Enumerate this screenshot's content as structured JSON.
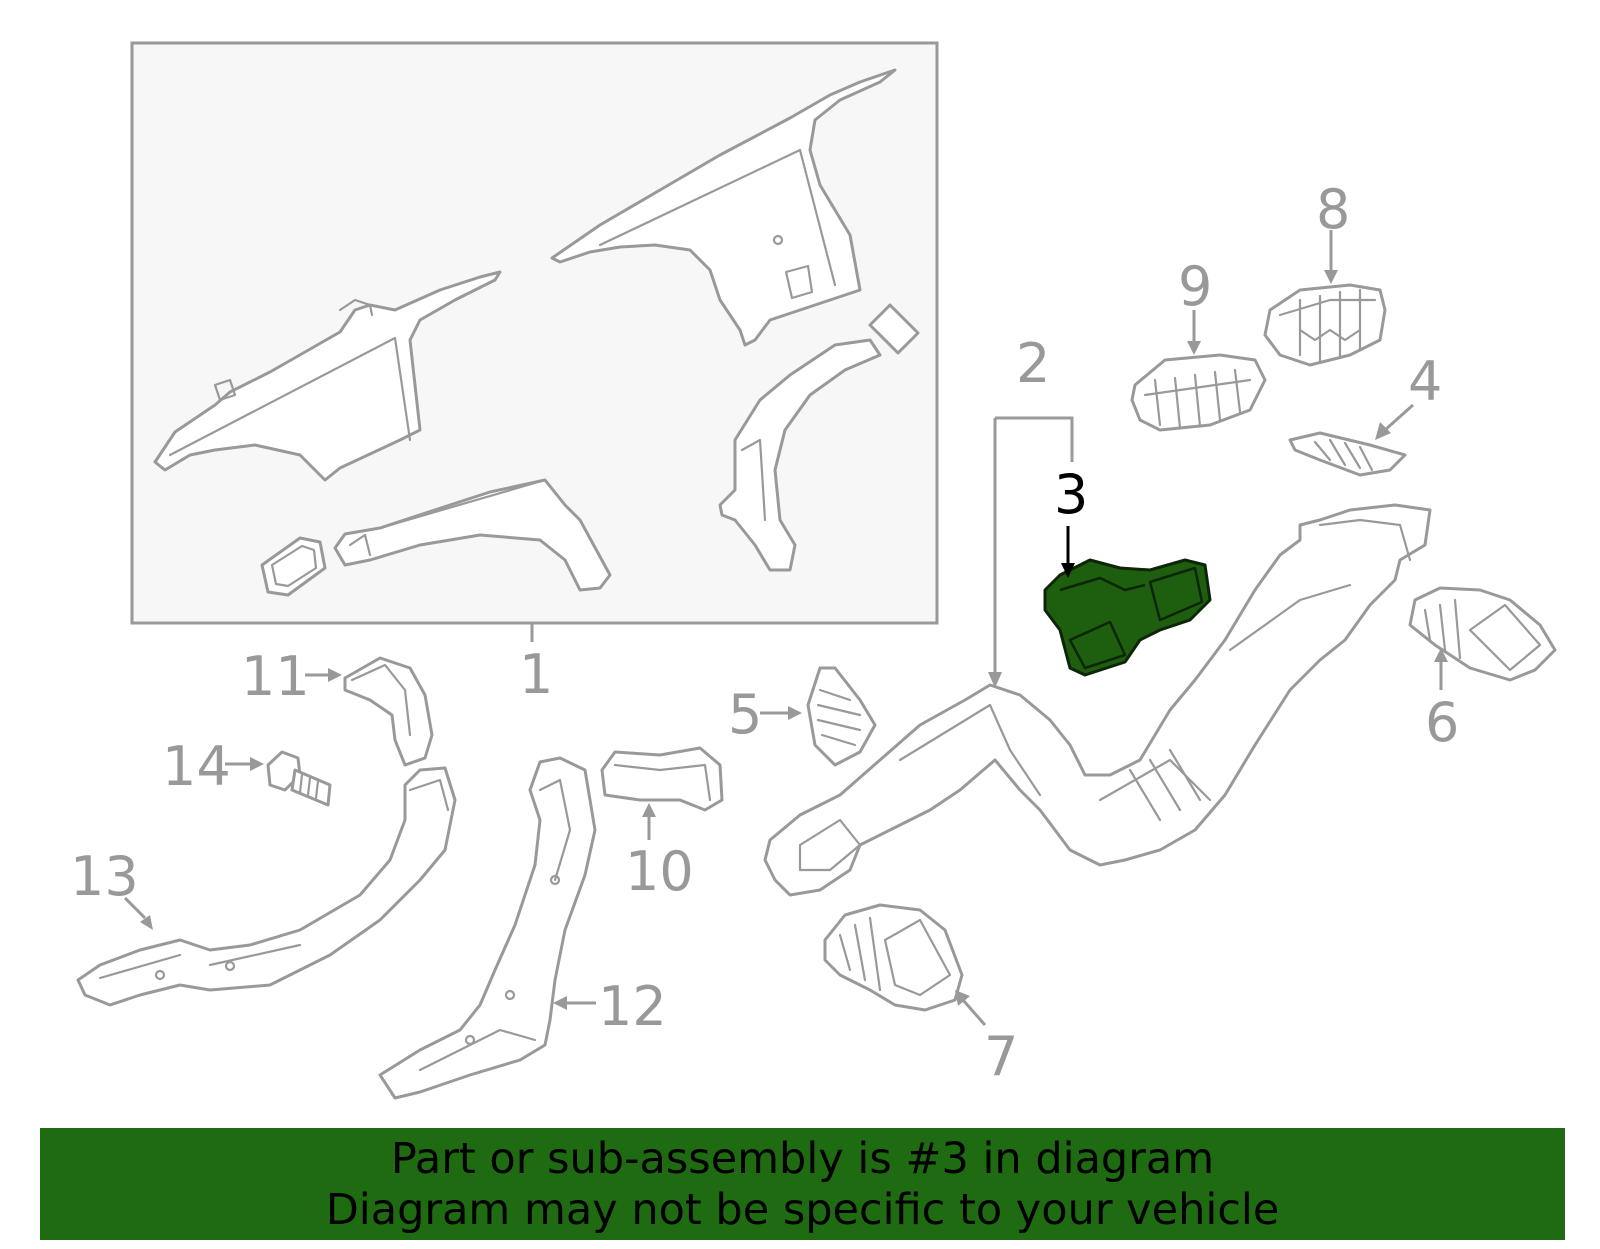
{
  "callouts": {
    "c1": "1",
    "c2": "2",
    "c3": "3",
    "c4": "4",
    "c5": "5",
    "c6": "6",
    "c7": "7",
    "c8": "8",
    "c9": "9",
    "c10": "10",
    "c11": "11",
    "c12": "12",
    "c13": "13",
    "c14": "14"
  },
  "highlighted_part": "3",
  "colors": {
    "highlight_fill": "#1e5e0f",
    "banner_background": "#1e6b12",
    "line_gray": "#999999",
    "inset_background": "#f7f7f7"
  },
  "banner": {
    "line1": "Part or sub-assembly is #3 in diagram",
    "line2": "Diagram may not be specific to your vehicle"
  }
}
